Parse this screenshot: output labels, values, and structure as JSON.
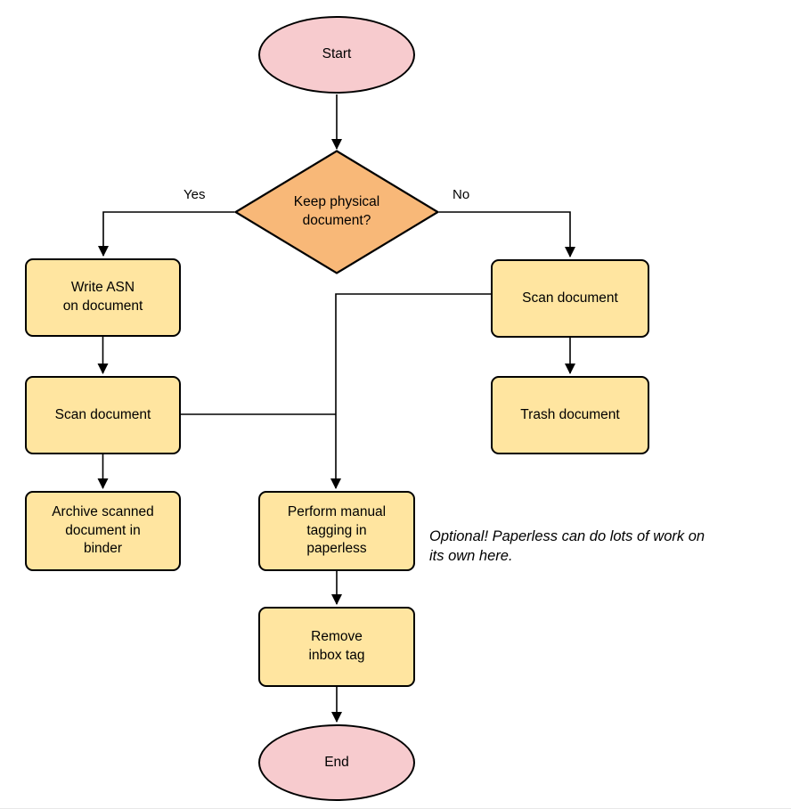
{
  "diagram": {
    "nodes": {
      "start": {
        "label": "Start"
      },
      "decision": {
        "label": "Keep physical\ndocument?"
      },
      "write_asn": {
        "label": "Write ASN\non document"
      },
      "scan_left": {
        "label": "Scan document"
      },
      "archive": {
        "label": "Archive scanned\ndocument in\nbinder"
      },
      "scan_right": {
        "label": "Scan document"
      },
      "trash": {
        "label": "Trash document"
      },
      "tagging": {
        "label": "Perform manual\ntagging in\npaperless"
      },
      "remove_inbox": {
        "label": "Remove\ninbox tag"
      },
      "end": {
        "label": "End"
      }
    },
    "edge_labels": {
      "yes": "Yes",
      "no": "No"
    },
    "annotation": "Optional! Paperless can do lots of work on\nits own here.",
    "colors": {
      "terminal_fill": "#f7cbce",
      "decision_fill": "#f8b878",
      "process_fill": "#ffe5a0",
      "stroke": "#000000"
    }
  }
}
